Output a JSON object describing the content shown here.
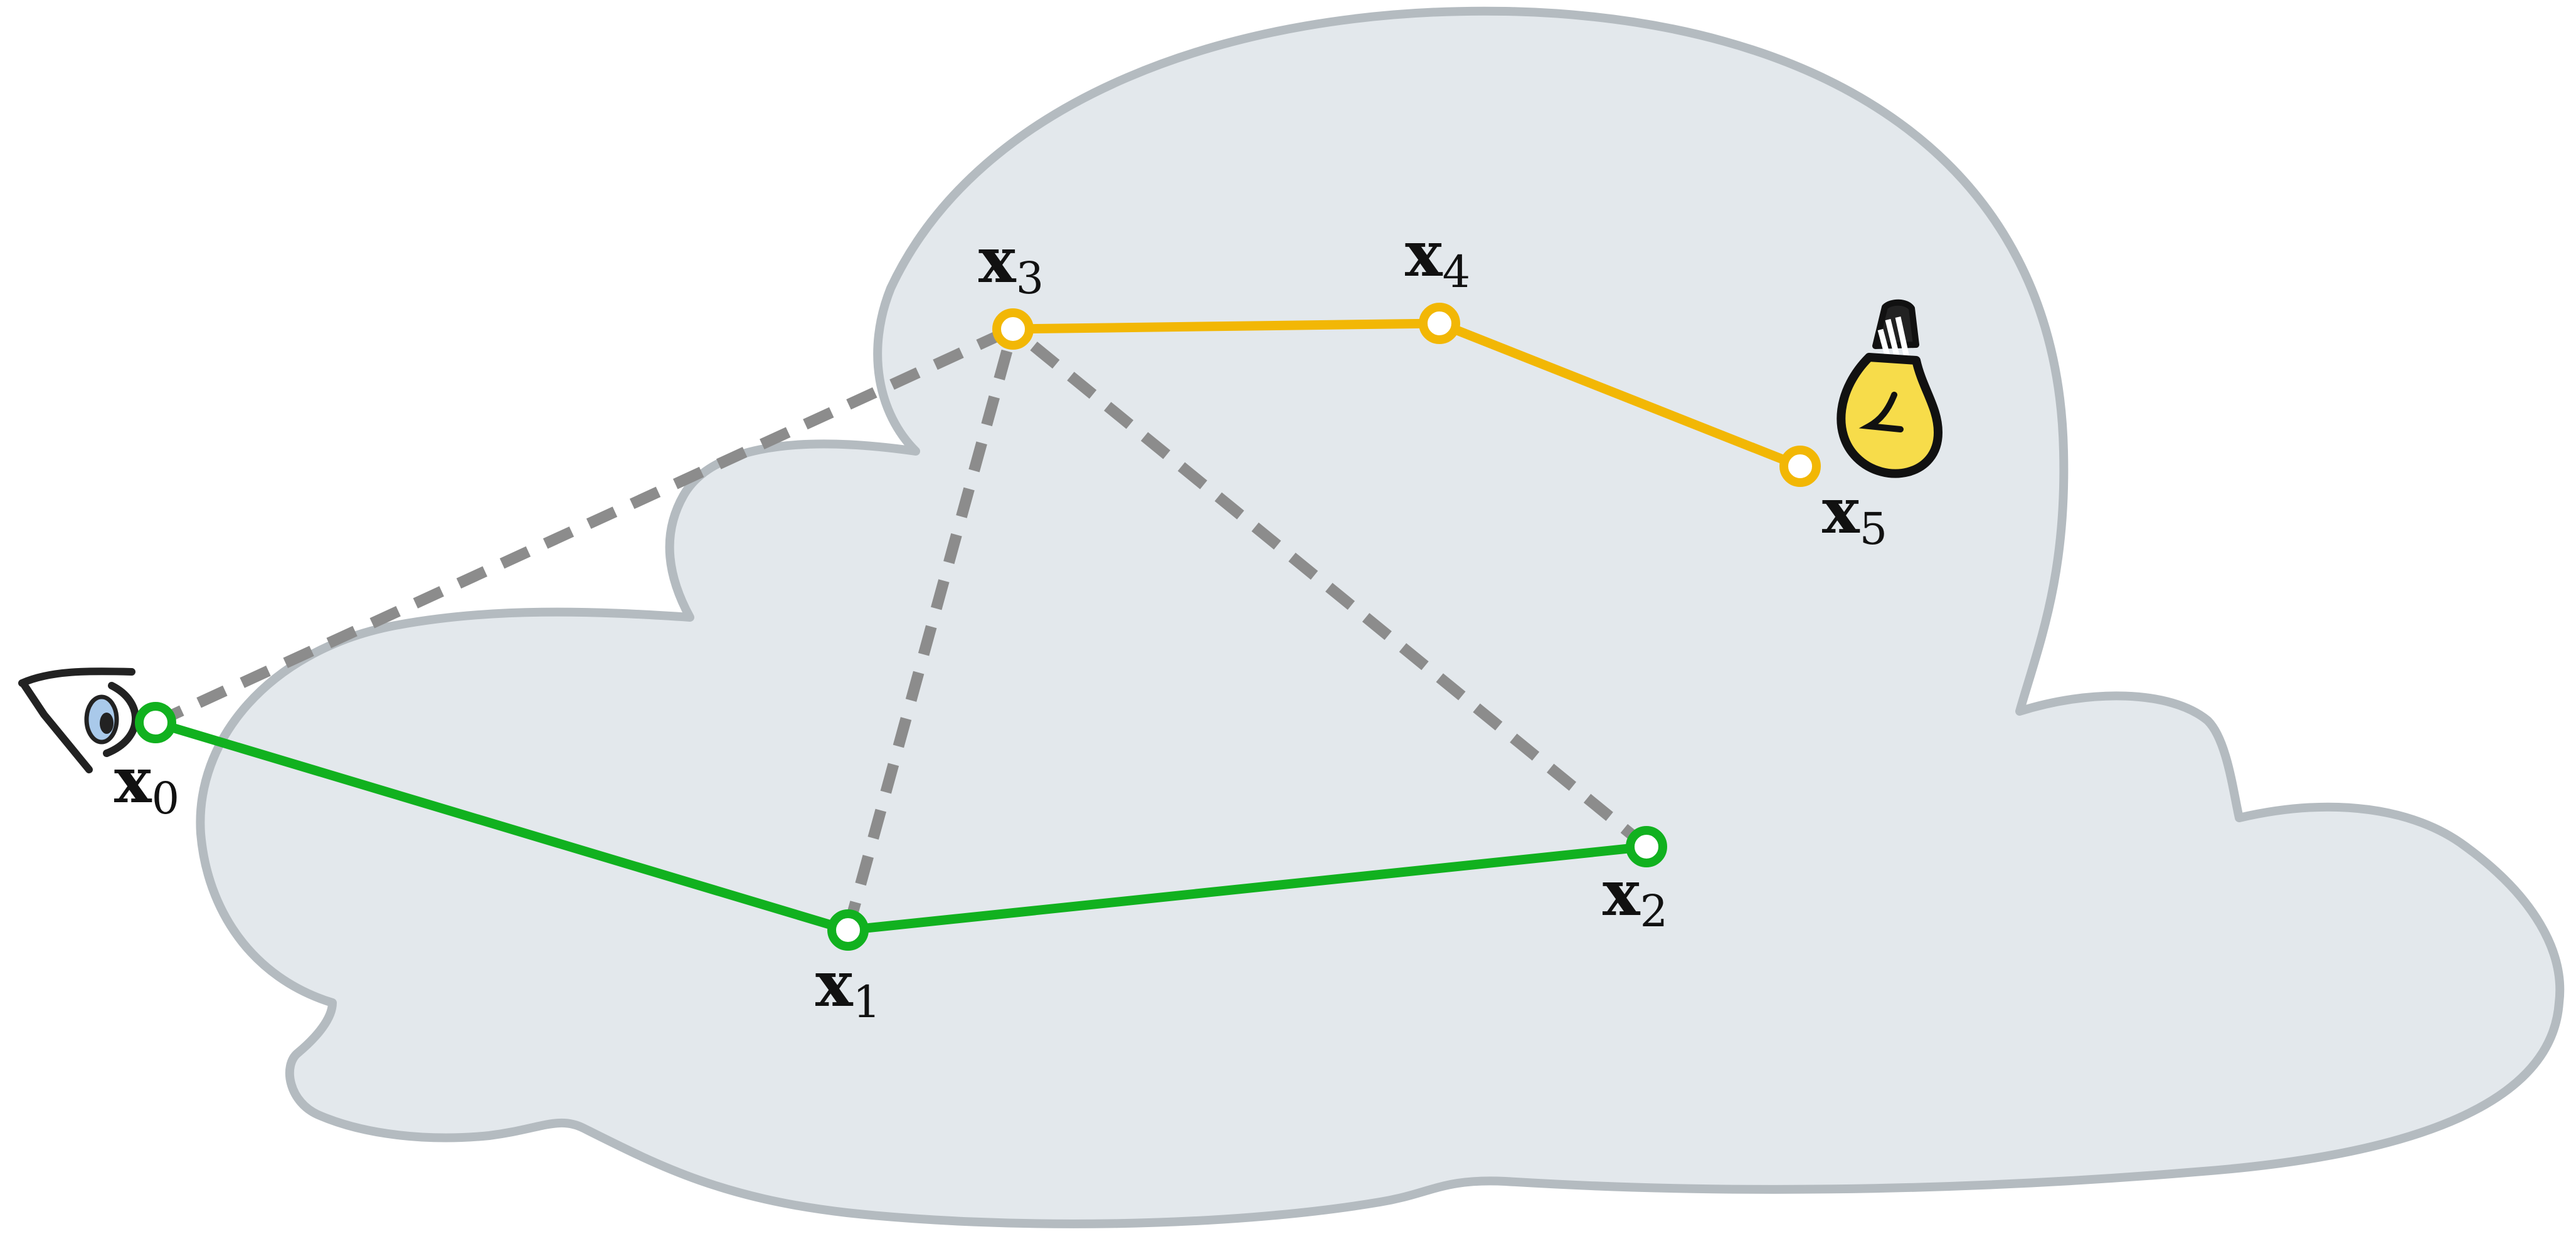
{
  "colors": {
    "background": "#ffffff",
    "cloud_fill": "#e3e8ec",
    "cloud_stroke": "#b4bbc0",
    "camera_path": "#11b11f",
    "light_path": "#f2b705",
    "connection": "#8c8c8c",
    "vertex_fill": "#ffffff",
    "bulb": "#f7dc4a"
  },
  "vertices": [
    {
      "id": "x0",
      "base": "x",
      "sub": "0",
      "path": "camera"
    },
    {
      "id": "x1",
      "base": "x",
      "sub": "1",
      "path": "camera"
    },
    {
      "id": "x2",
      "base": "x",
      "sub": "2",
      "path": "camera"
    },
    {
      "id": "x3",
      "base": "x",
      "sub": "3",
      "path": "light"
    },
    {
      "id": "x4",
      "base": "x",
      "sub": "4",
      "path": "light"
    },
    {
      "id": "x5",
      "base": "x",
      "sub": "5",
      "path": "light"
    }
  ],
  "camera_path": [
    "x0",
    "x1",
    "x2"
  ],
  "light_path": [
    "x3",
    "x4",
    "x5"
  ],
  "connections": [
    [
      "x0",
      "x3"
    ],
    [
      "x1",
      "x3"
    ],
    [
      "x2",
      "x3"
    ]
  ],
  "icons": {
    "camera": "eye-icon",
    "light": "light-bulb-icon"
  }
}
